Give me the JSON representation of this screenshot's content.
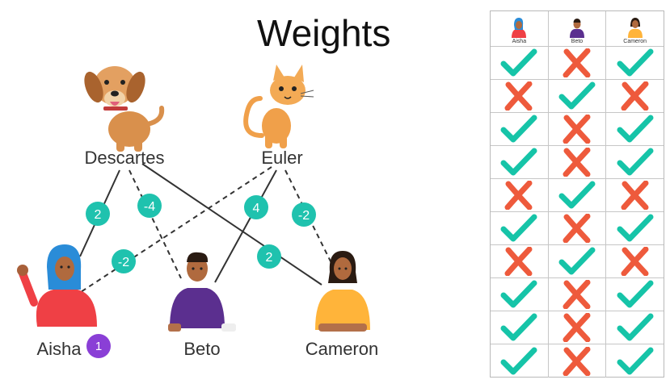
{
  "title": "Weights",
  "animals": [
    {
      "name": "Descartes",
      "icon": "dog-icon"
    },
    {
      "name": "Euler",
      "icon": "cat-icon"
    }
  ],
  "people": [
    {
      "name": "Aisha",
      "icon": "aisha-avatar",
      "badge": "1"
    },
    {
      "name": "Beto",
      "icon": "beto-avatar"
    },
    {
      "name": "Cameron",
      "icon": "cameron-avatar"
    }
  ],
  "edges": [
    {
      "from": "Descartes",
      "to": "Aisha",
      "weight": "2",
      "style": "solid"
    },
    {
      "from": "Descartes",
      "to": "Beto",
      "weight": "-4",
      "style": "dashed"
    },
    {
      "from": "Descartes",
      "to": "Cameron",
      "weight": "2",
      "style": "solid"
    },
    {
      "from": "Euler",
      "to": "Aisha",
      "weight": "-2",
      "style": "dashed"
    },
    {
      "from": "Euler",
      "to": "Beto",
      "weight": "4",
      "style": "solid"
    },
    {
      "from": "Euler",
      "to": "Cameron",
      "weight": "-2",
      "style": "dashed"
    }
  ],
  "table": {
    "headers": [
      "Aisha",
      "Beto",
      "Cameron"
    ],
    "rows": [
      [
        "check",
        "cross",
        "check"
      ],
      [
        "cross",
        "check",
        "cross"
      ],
      [
        "check",
        "cross",
        "check"
      ],
      [
        "check",
        "cross",
        "check"
      ],
      [
        "cross",
        "check",
        "cross"
      ],
      [
        "check",
        "cross",
        "check"
      ],
      [
        "cross",
        "check",
        "cross"
      ],
      [
        "check",
        "cross",
        "check"
      ],
      [
        "check",
        "cross",
        "check"
      ],
      [
        "check",
        "cross",
        "check"
      ]
    ]
  },
  "colors": {
    "weight_badge": "#1fc2ae",
    "count_badge": "#8a3fd6",
    "check": "#16c4a8",
    "cross": "#ee5a3c"
  }
}
